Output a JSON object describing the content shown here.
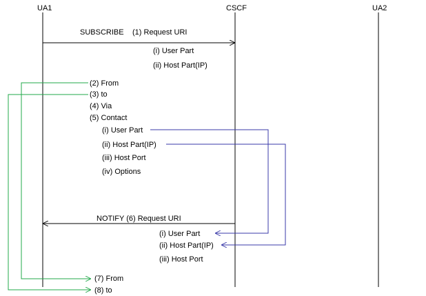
{
  "actors": {
    "ua1": "UA1",
    "cscf": "CSCF",
    "ua2": "UA2"
  },
  "subscribe": {
    "method": "SUBSCRIBE",
    "request_uri": "(1) Request URI",
    "user_part": "(i) User Part",
    "host_part": "(ii) Host Part(IP)"
  },
  "headers": {
    "from": "(2) From",
    "to": "(3) to",
    "via": "(4) Via",
    "contact": "(5) Contact",
    "contact_user_part": "(i) User Part",
    "contact_host_part": "(ii) Host Part(IP)",
    "contact_host_port": "(iii) Host Port",
    "contact_options": "(iv) Options"
  },
  "notify": {
    "method_uri": "NOTIFY  (6) Request URI",
    "user_part": "(i) User Part",
    "host_part": "(ii) Host Part(IP)",
    "host_port": "(iii) Host Port",
    "from": "(7) From",
    "to": "(8) to"
  },
  "colors": {
    "lifeline": "#000000",
    "message_arrow": "#000000",
    "blue_link": "#3a3aa8",
    "green_link": "#22a84a"
  }
}
